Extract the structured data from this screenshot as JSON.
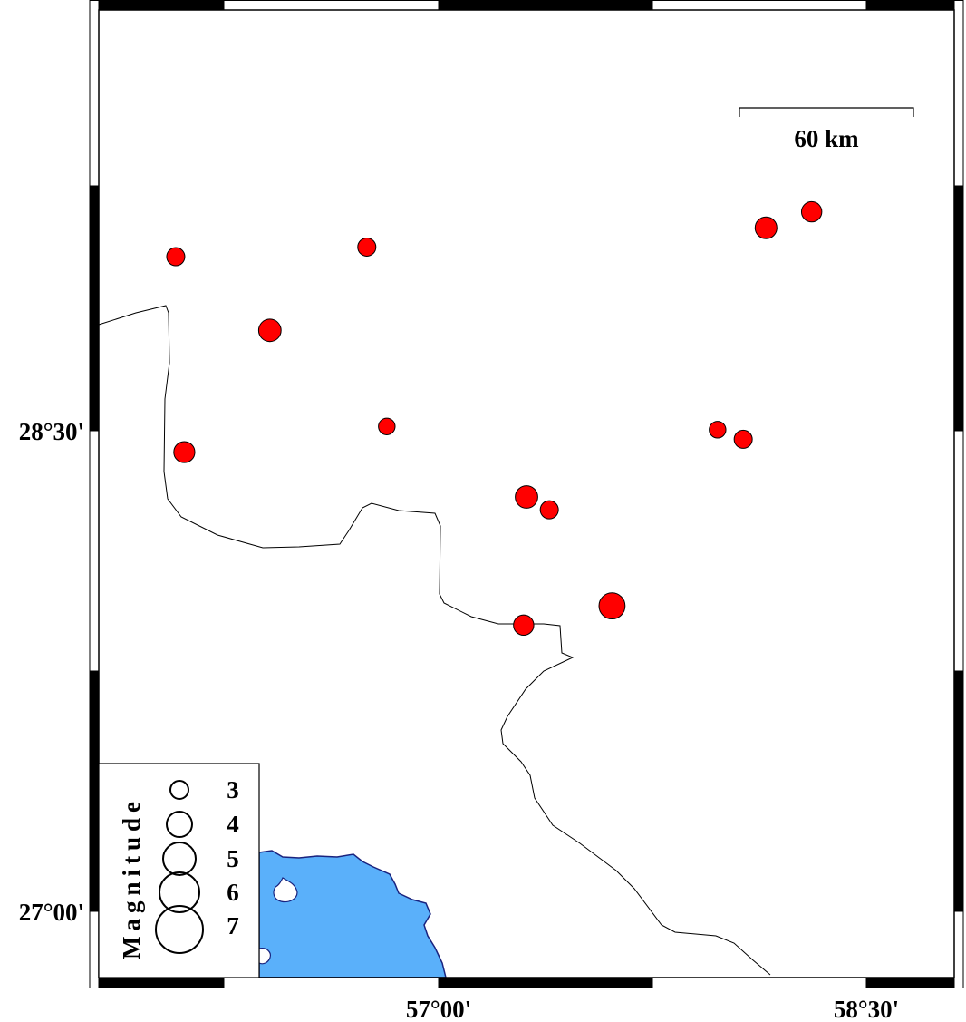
{
  "chart_data": {
    "type": "scatter",
    "title": "",
    "extent": {
      "lon": [
        55.81,
        58.81
      ],
      "lat": [
        26.79,
        29.81
      ]
    },
    "x_ticks": [
      {
        "value": 57.0,
        "label": "57°00'"
      },
      {
        "value": 58.5,
        "label": "58°30'"
      }
    ],
    "y_ticks": [
      {
        "value": 28.5,
        "label": "28°30'"
      },
      {
        "value": 27.0,
        "label": "27°00'"
      }
    ],
    "scale_bar": {
      "label": "60 km",
      "km": 60
    },
    "legend": {
      "title": "Magnitude",
      "placement": "bottom-left",
      "entries": [
        {
          "mag": 3,
          "label": "3"
        },
        {
          "mag": 4,
          "label": "4"
        },
        {
          "mag": 5,
          "label": "5"
        },
        {
          "mag": 6,
          "label": "6"
        },
        {
          "mag": 7,
          "label": "7"
        }
      ]
    },
    "events": [
      {
        "lon": 56.08,
        "lat": 29.04,
        "mag": 3.0
      },
      {
        "lon": 56.75,
        "lat": 29.07,
        "mag": 3.0
      },
      {
        "lon": 56.41,
        "lat": 28.81,
        "mag": 3.6
      },
      {
        "lon": 56.11,
        "lat": 28.43,
        "mag": 3.4
      },
      {
        "lon": 56.82,
        "lat": 28.51,
        "mag": 2.8
      },
      {
        "lon": 58.15,
        "lat": 29.13,
        "mag": 3.5
      },
      {
        "lon": 58.31,
        "lat": 29.18,
        "mag": 3.3
      },
      {
        "lon": 57.98,
        "lat": 28.5,
        "mag": 2.8
      },
      {
        "lon": 58.07,
        "lat": 28.47,
        "mag": 3.0
      },
      {
        "lon": 57.31,
        "lat": 28.29,
        "mag": 3.6
      },
      {
        "lon": 57.39,
        "lat": 28.25,
        "mag": 3.0
      },
      {
        "lon": 57.61,
        "lat": 27.95,
        "mag": 4.1
      },
      {
        "lon": 57.3,
        "lat": 27.89,
        "mag": 3.3
      }
    ],
    "colors": {
      "event_fill": "#ff0000",
      "sea": "#5ab0fa",
      "coast": "#1a237e"
    }
  }
}
